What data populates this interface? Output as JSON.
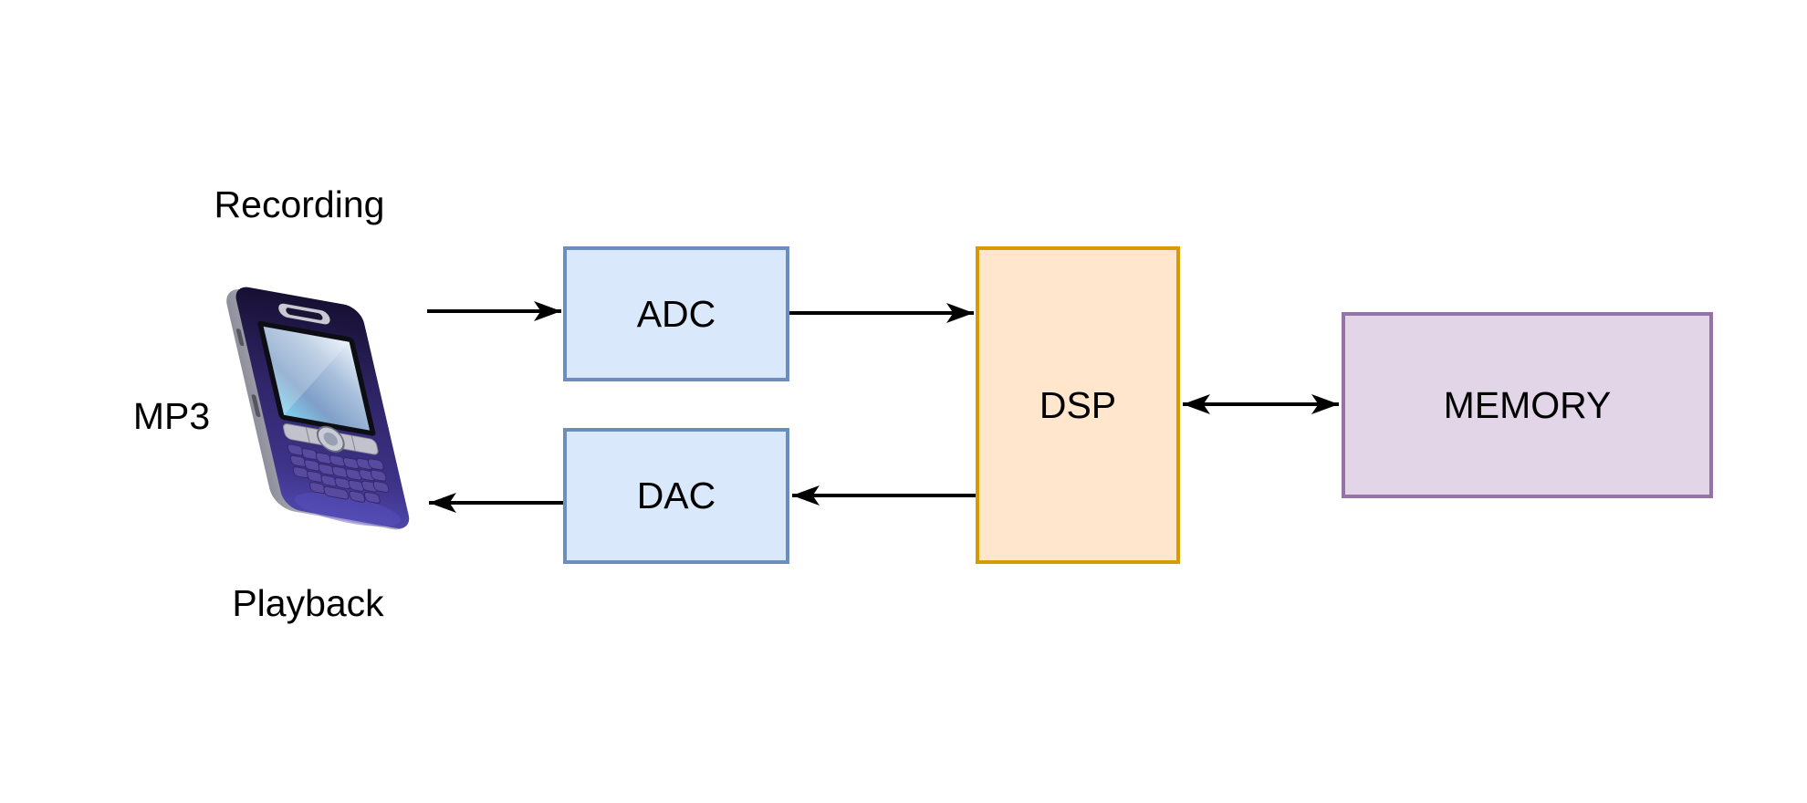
{
  "diagram": {
    "title_implicit": "MP3 player recording/playback signal chain",
    "background": "#ffffff",
    "text_color": "#000000",
    "arrow_color": "#000000"
  },
  "labels": {
    "recording": "Recording",
    "mp3": "MP3",
    "playback": "Playback"
  },
  "nodes": {
    "adc": {
      "label": "ADC",
      "fill": "#dae8fc",
      "stroke": "#6c8ebf"
    },
    "dac": {
      "label": "DAC",
      "fill": "#dae8fc",
      "stroke": "#6c8ebf"
    },
    "dsp": {
      "label": "DSP",
      "fill": "#ffe6cc",
      "stroke": "#d79b00"
    },
    "memory": {
      "label": "MEMORY",
      "fill": "#e1d5e7",
      "stroke": "#9673a6"
    }
  },
  "icons": {
    "mp3_player": "smartphone-illustration"
  },
  "edges": [
    {
      "from": "mp3-player",
      "to": "adc",
      "direction": "forward",
      "path": "recording"
    },
    {
      "from": "adc",
      "to": "dsp",
      "direction": "forward"
    },
    {
      "from": "dsp",
      "to": "memory",
      "direction": "bidirectional"
    },
    {
      "from": "dsp",
      "to": "dac",
      "direction": "forward"
    },
    {
      "from": "dac",
      "to": "mp3-player",
      "direction": "forward",
      "path": "playback"
    }
  ]
}
